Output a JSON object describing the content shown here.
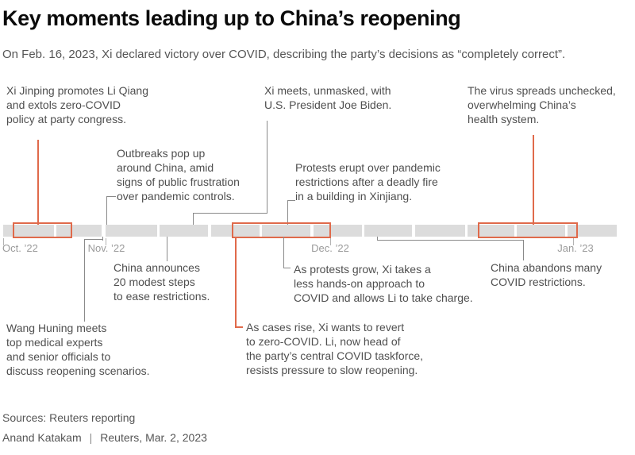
{
  "header": {
    "title": "Key moments leading up to China’s reopening",
    "subtitle": "On Feb. 16, 2023, Xi declared victory over COVID, describing the party’s decisions as “completely correct”."
  },
  "timeline": {
    "months": [
      "Oct. ’22",
      "Nov. ’22",
      "Dec. ’22",
      "Jan. ’23"
    ],
    "bar_color": "#dcdcdc",
    "highlight_color": "#e06a4b",
    "connector_gray_color": "#8a8a8a",
    "highlighted_periods": [
      "mid-October party congress week",
      "late November protest weeks",
      "late December reopening weeks"
    ]
  },
  "annotations": {
    "party_congress": "Xi Jinping promotes Li Qiang\nand extols zero-COVID\npolicy at party congress.",
    "outbreaks": "Outbreaks pop up\naround China, amid\nsigns of public frustration\nover pandemic controls.",
    "biden_meeting": "Xi meets, unmasked, with\nU.S. President Joe Biden.",
    "protests_erupt": "Protests erupt over pandemic\nrestrictions after a deadly fire\nin a building in Xinjiang.",
    "virus_spreads": "The virus spreads unchecked,\noverwhelming China’s\nhealth system.",
    "wang_huning": "Wang Huning meets\ntop medical experts\nand senior officials to\ndiscuss reopening scenarios.",
    "modest_steps": "China announces\n20 modest steps\nto ease restrictions.",
    "protests_grow": "As protests grow, Xi takes a\nless hands-on approach to\nCOVID and allows Li to take charge.",
    "cases_rise": "As cases rise, Xi wants to revert\nto zero-COVID. Li, now head of\nthe party’s central COVID taskforce,\nresists pressure to slow reopening.",
    "abandons_restrictions": "China abandons many\nCOVID restrictions."
  },
  "footer": {
    "sources": "Sources: Reuters reporting",
    "byline": "Anand Katakam",
    "separator": "|",
    "credit": "Reuters, Mar. 2, 2023"
  }
}
